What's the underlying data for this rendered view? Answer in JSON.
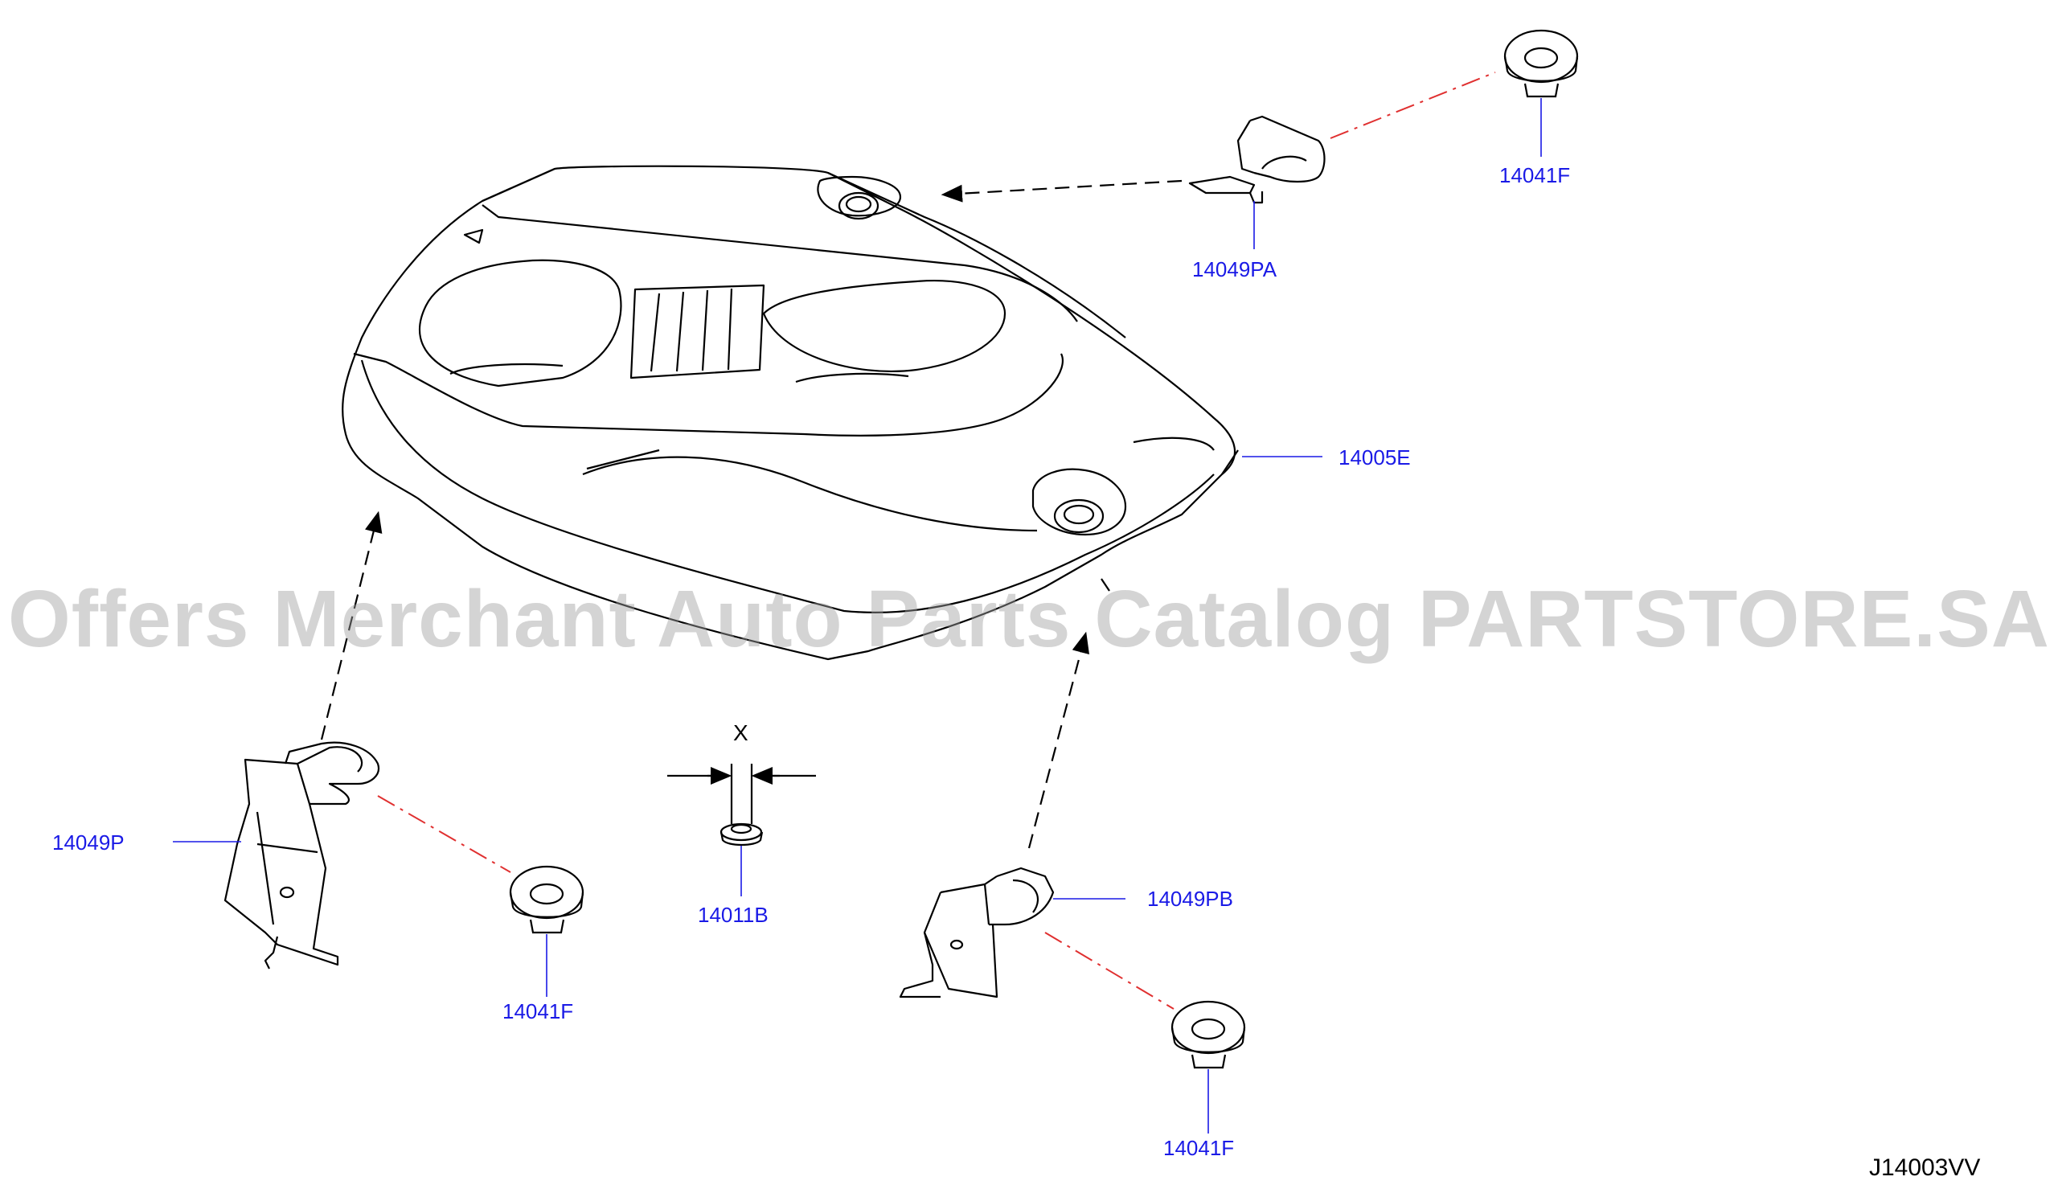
{
  "diagram": {
    "parts": {
      "engine_cover": "14005E",
      "clip_top_right": "14041F",
      "bracket_top": "14049PA",
      "bracket_left": "14049P",
      "clip_left": "14041F",
      "bolt": "14011B",
      "bracket_right": "14049PB",
      "clip_bottom_right": "14041F"
    },
    "dimension_mark": "X",
    "diagram_code": "J14003VV",
    "watermark": "Offers Merchant Auto Parts Catalog PARTSTORE.SA",
    "colors": {
      "label": "#1a1ae6",
      "leader": "#1a1ae6",
      "dash_red": "#e03030",
      "line": "#000000"
    }
  }
}
